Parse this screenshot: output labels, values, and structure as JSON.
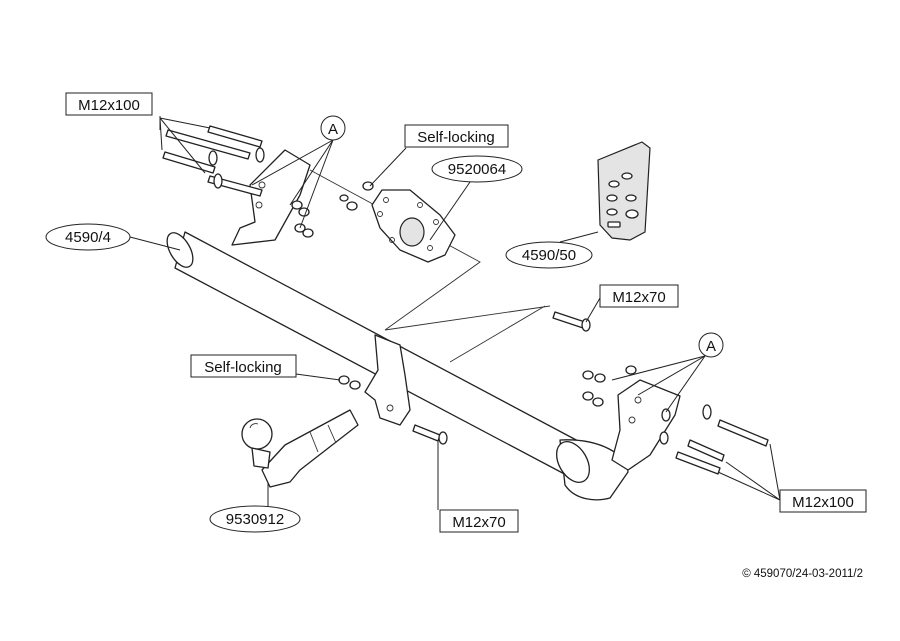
{
  "labels": {
    "bolt_top_left": "M12x100",
    "bolt_bottom_right": "M12x100",
    "bolt_right_top": "M12x70",
    "bolt_bottom_center": "M12x70",
    "nut_top": "Self-locking",
    "nut_bottom": "Self-locking",
    "plate": "9520064",
    "crossbar": "4590/4",
    "kit": "4590/50",
    "ball": "9530912",
    "ref_a_top": "A",
    "ref_a_right": "A"
  },
  "footer": {
    "copyright": "© 459070/24-03-2011/2"
  }
}
